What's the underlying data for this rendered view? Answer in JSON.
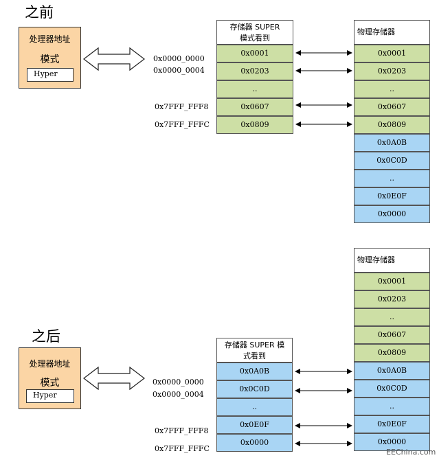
{
  "before": {
    "heading": "之前",
    "cpu": {
      "line1": "处理器地址",
      "line2": "模式",
      "mode": "Hyper"
    },
    "addresses": [
      "0x0000_0000",
      "0x0000_0004",
      "0x7FFF_FFF8",
      "0x7FFF_FFFC"
    ],
    "super_view": {
      "header_line1": "存储器 SUPER",
      "header_line2": "模式看到",
      "cells": [
        "0x0001",
        "0x0203",
        "..",
        "0x0607",
        "0x0809"
      ]
    },
    "physical": {
      "header": "物理存储器",
      "cells": [
        "0x0001",
        "0x0203",
        "..",
        "0x0607",
        "0x0809",
        "0x0A0B",
        "0x0C0D",
        "..",
        "0x0E0F",
        "0x0000"
      ]
    }
  },
  "after": {
    "heading": "之后",
    "cpu": {
      "line1": "处理器地址",
      "line2": "模式",
      "mode": "Hyper"
    },
    "addresses": [
      "0x0000_0000",
      "0x0000_0004",
      "0x7FFF_FFF8",
      "0x7FFF_FFFC"
    ],
    "super_view": {
      "header_line1": "存储器 SUPER 模",
      "header_line2": "式看到",
      "cells": [
        "0x0A0B",
        "0x0C0D",
        "..",
        "0x0E0F",
        "0x0000"
      ]
    },
    "physical": {
      "header": "物理存储器",
      "cells": [
        "0x0001",
        "0x0203",
        "..",
        "0x0607",
        "0x0809",
        "0x0A0B",
        "0x0C0D",
        "..",
        "0x0E0F",
        "0x0000"
      ]
    }
  },
  "colors": {
    "cpu_box": "#fbd5a5",
    "green_cell": "#cddfa5",
    "blue_cell": "#a9d5f4"
  },
  "watermark": "EEChina.com"
}
